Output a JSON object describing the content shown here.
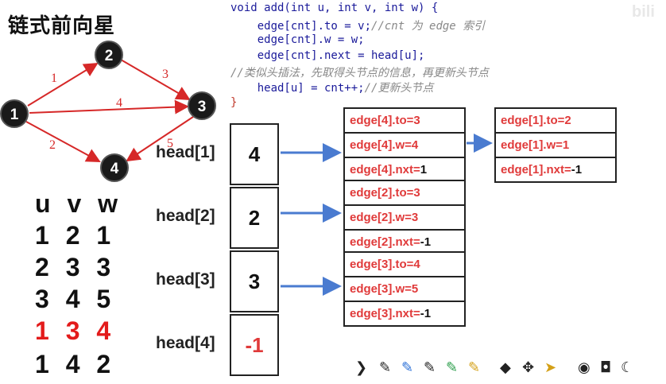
{
  "title": "链式前向星",
  "watermark": "bili",
  "graph": {
    "nodes": [
      {
        "id": "1"
      },
      {
        "id": "2"
      },
      {
        "id": "3"
      },
      {
        "id": "4"
      }
    ],
    "edge_labels": [
      "1",
      "3",
      "4",
      "2",
      "5"
    ]
  },
  "uvw": {
    "header": "u v w",
    "rows": [
      "1 2 1",
      "2 3 3",
      "3 4 5",
      "1 3 4",
      "1 4 2"
    ]
  },
  "code": {
    "line1": "void add(int u, int v, int w) {",
    "line2_code": "    edge[cnt].to = v;",
    "line2_comment": "//cnt 为 edge 索引",
    "line3": "    edge[cnt].w = w;",
    "line4": "    edge[cnt].next = head[u];",
    "line5_comment": "//类似头插法，先取得头节点的信息，再更新头节点",
    "line6_code": "    head[u] = cnt++;",
    "line6_comment": "//更新头节点",
    "line7": "}"
  },
  "heads": [
    {
      "label": "head[1]",
      "value": "4"
    },
    {
      "label": "head[2]",
      "value": "2"
    },
    {
      "label": "head[3]",
      "value": "3"
    },
    {
      "label": "head[4]",
      "value": "-1"
    }
  ],
  "edges": {
    "e4": {
      "to": "edge[4].to=3",
      "w": "edge[4].w=4",
      "nxt_prefix": "edge[4].nxt=",
      "nxt_val": "1"
    },
    "e1": {
      "to": "edge[1].to=2",
      "w": "edge[1].w=1",
      "nxt_prefix": "edge[1].nxt=",
      "nxt_val": "-1"
    },
    "e2": {
      "to": "edge[2].to=3",
      "w": "edge[2].w=3",
      "nxt_prefix": "edge[2].nxt=",
      "nxt_val": "-1"
    },
    "e3": {
      "to": "edge[3].to=4",
      "w": "edge[3].w=5",
      "nxt_prefix": "edge[3].nxt=",
      "nxt_val": "-1"
    }
  },
  "toolbar": {
    "icons": [
      "chevron-right-icon",
      "pen-icon",
      "pen-blue-icon",
      "pen-thin-icon",
      "pen-green-icon",
      "highlighter-icon",
      "eraser-icon",
      "move-icon",
      "pointer-icon",
      "eye-icon",
      "camera-icon",
      "moon-icon"
    ],
    "glyphs": [
      "❯",
      "✎",
      "✎",
      "✎",
      "✎",
      "✎",
      "◆",
      "✥",
      "➤",
      "◉",
      "◘",
      "☾"
    ]
  },
  "colors": {
    "edge_red": "#d62828",
    "arrow_blue": "#4a7bd0",
    "text_red": "#e03a3a",
    "node_fill": "#1a1a1a"
  }
}
